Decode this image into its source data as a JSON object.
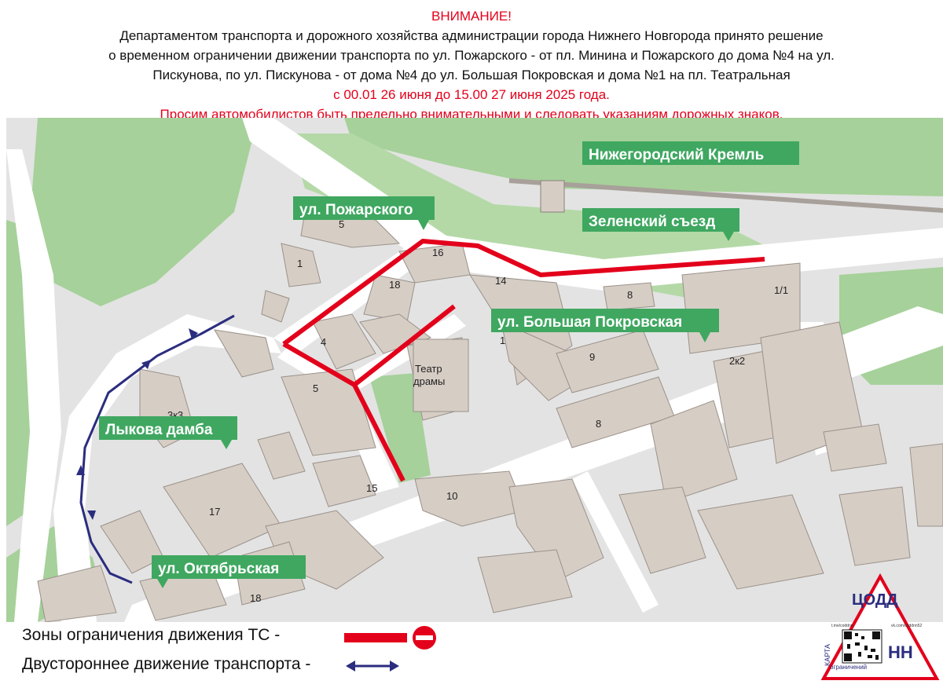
{
  "header": {
    "title": "ВНИМАНИЕ!",
    "line1": "Департаментом транспорта и дорожного хозяйства администрации города Нижнего Новгорода принято решение",
    "line2": "о временном ограничении движении транспорта по ул. Пожарского - от пл. Минина и Пожарского до дома №4 на ул.",
    "line3": "Пискунова, по ул. Пискунова - от дома №4 до ул. Большая Покровская и дома №1 на пл. Театральная",
    "dates": "с 00.01 26 июня до 15.00 27 июня 2025 года.",
    "request": "Просим автомобилистов быть предельно внимательными и следовать указаниям дорожных знаков."
  },
  "map": {
    "labels": {
      "kremlin": "Нижегородский Кремль",
      "zelensky": "Зеленский съезд",
      "pozharskogo": "ул. Пожарского",
      "pokrovskaya": "ул. Большая Покровская",
      "lykova": "Лыкова дамба",
      "oktyabrskaya": "ул. Октябрьская",
      "theatre_line1": "Театр",
      "theatre_line2": "драмы"
    },
    "house_numbers": [
      "5",
      "1",
      "16",
      "18",
      "14",
      "8",
      "1/1",
      "4",
      "1",
      "9",
      "2к2",
      "5",
      "3к3",
      "8",
      "15",
      "10",
      "17",
      "18"
    ],
    "colors": {
      "restriction": "#e3001b",
      "two_way": "#2b2d7f",
      "label_bg": "#3fa760",
      "park": "#a6d19a",
      "building": "#d6cdc5",
      "road": "#ffffff",
      "ground": "#e3e3e3"
    }
  },
  "legend": {
    "restriction": "Зоны ограничения движения ТС -",
    "two_way": "Двустороннее движение транспорта -"
  },
  "logo": {
    "brand": "ЦОДД",
    "city": "НН",
    "side_top": "КАРТА",
    "side_bottom": "ограничений",
    "tg": "t.me/coddnn",
    "vk": "vk.com/coddnn52"
  }
}
